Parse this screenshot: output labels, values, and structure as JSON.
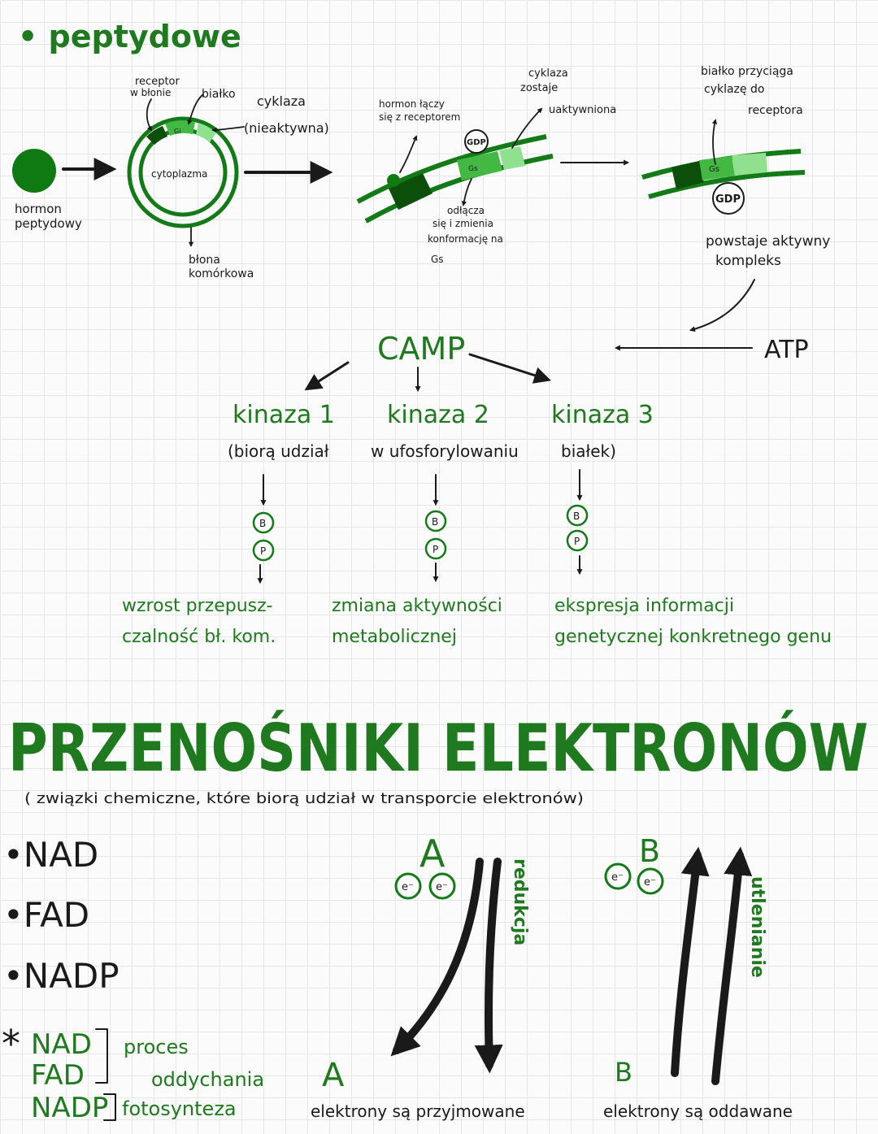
{
  "top": {
    "heading": "• peptydowe",
    "hormone_label": [
      "hormon",
      "peptydowy"
    ],
    "receptor_label": [
      "receptor",
      "w błonie"
    ],
    "protein_label": "białko",
    "cyclase_label": [
      "cyklaza",
      "(nieaktywna)"
    ],
    "gi_label": "Gi",
    "cytoplasm_label": "cytoplazma",
    "membrane_label": [
      "błona",
      "komórkowa"
    ],
    "hormone_binds_label": [
      "hormon łączy",
      "się z receptorem"
    ],
    "gdp_label": "GDP",
    "gs_label": "Gs",
    "detach_label": [
      "odłącza",
      "się i zmienia",
      "konformację na",
      "Gs"
    ],
    "cyclase_activated_label": [
      "cyklaza",
      "zostaje",
      "uaktywniona"
    ],
    "attach_label": [
      "białko przyciąga",
      "cyklazę do",
      "receptora"
    ],
    "gs_label2": "Gs",
    "gdp_label2": "GDP",
    "complex_label": [
      "powstaje aktywny",
      "kompleks"
    ],
    "atp_label": "ATP",
    "camp_label": "CAMP",
    "kinases": [
      "kinaza 1",
      "kinaza 2",
      "kinaza 3"
    ],
    "kinase_note": [
      "(biorą udział",
      "w ufosforylowaniu",
      "białek)"
    ],
    "b_label": "B",
    "p_label": "P",
    "effects": [
      [
        "wzrost przepusz-",
        "czalność bł. kom."
      ],
      [
        "zmiana aktywności",
        "metabolicznej"
      ],
      [
        "ekspresja informacji",
        "genetycznej konkretnego genu"
      ]
    ]
  },
  "bottom": {
    "title": "PRZENOŚNIKI ELEKTRONÓW",
    "subtitle": "( związki chemiczne, które biorą udział w transporcie elektronów)",
    "carriers": [
      "•NAD",
      "•FAD",
      "•NADP"
    ],
    "note_star": "*",
    "note_items": [
      "NAD",
      "FAD",
      "NADP"
    ],
    "note_process": [
      "proces",
      "oddychania",
      "fotosynteza"
    ],
    "electron_label": "e⁻",
    "reduction_letter": "A",
    "reduction_word": "redukcja",
    "reduction_caption": "elektrony są przyjmowane",
    "oxidation_letter": "B",
    "oxidation_word": "utlenianie",
    "oxidation_caption": "elektrony są oddawane"
  }
}
